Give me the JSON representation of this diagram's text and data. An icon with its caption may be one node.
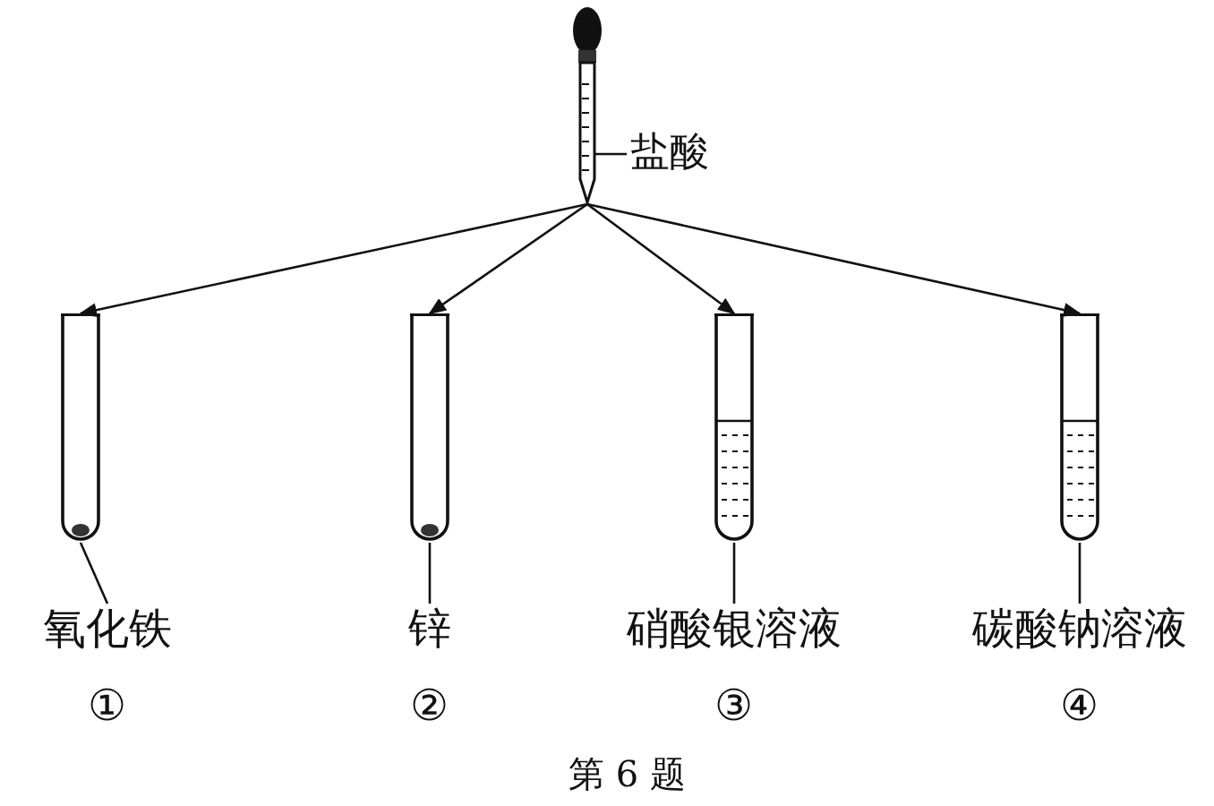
{
  "diagram": {
    "caption": "第 6 题",
    "nodes": [
      {
        "text": [],
        "shape": "dropper"
      },
      {
        "text": [
          "盐酸"
        ]
      },
      {
        "text": [],
        "shape": "tube"
      },
      {
        "text": [],
        "shape": "tube"
      },
      {
        "text": [],
        "shape": "tube"
      },
      {
        "text": [],
        "shape": "tube"
      },
      {
        "text": [
          "氧化铁"
        ]
      },
      {
        "text": [
          "锌"
        ]
      },
      {
        "text": [
          "硝酸银溶液"
        ]
      },
      {
        "text": [
          "碳酸钠溶液"
        ]
      }
    ],
    "edges": [
      {
        "from": 1,
        "to": 0,
        "arrow": "none"
      },
      {
        "from": 0,
        "to": 2,
        "arrow": "to"
      },
      {
        "from": 0,
        "to": 3,
        "arrow": "to"
      },
      {
        "from": 0,
        "to": 4,
        "arrow": "to"
      },
      {
        "from": 0,
        "to": 5,
        "arrow": "to"
      },
      {
        "from": 6,
        "to": 2,
        "arrow": "none"
      },
      {
        "from": 7,
        "to": 3,
        "arrow": "none"
      },
      {
        "from": 8,
        "to": 4,
        "arrow": "none"
      },
      {
        "from": 9,
        "to": 5,
        "arrow": "none"
      }
    ],
    "labels": [
      "①",
      "②",
      "③",
      "④"
    ]
  }
}
